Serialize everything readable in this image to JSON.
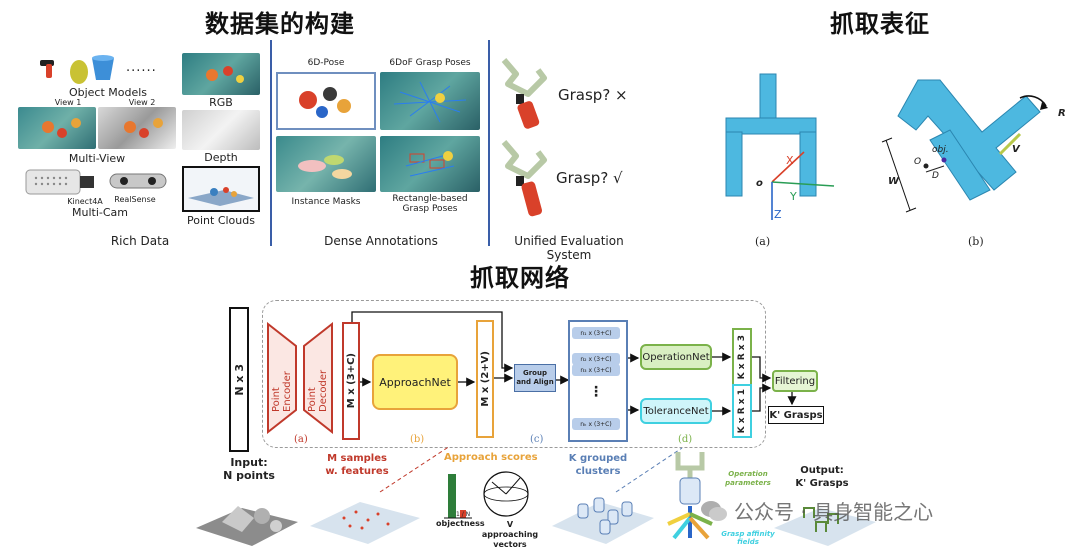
{
  "titles": {
    "dataset": "数据集的构建",
    "grasp_repr": "抓取表征",
    "grasp_net": "抓取网络"
  },
  "dataset": {
    "object_models": "Object Models",
    "dots": "......",
    "view1": "View 1",
    "view2": "View 2",
    "multi_view": "Multi-View",
    "kinect": "Kinect4A",
    "realsense": "RealSense",
    "multi_cam": "Multi-Cam",
    "rgb": "RGB",
    "depth": "Depth",
    "point_clouds": "Point Clouds",
    "rich_data": "Rich Data",
    "pose6d": "6D-Pose",
    "grasp6dof": "6DoF Grasp Poses",
    "instance_masks": "Instance Masks",
    "rect_grasp_1": "Rectangle-based",
    "rect_grasp_2": "Grasp Poses",
    "dense_annotations": "Dense Annotations",
    "grasp_fail": "Grasp? ×",
    "grasp_ok": "Grasp? √",
    "unified_eval": "Unified Evaluation System"
  },
  "repr": {
    "o": "o",
    "x": "X",
    "y": "Y",
    "z": "Z",
    "cap_a": "(a)",
    "cap_b": "(b)",
    "R": "R",
    "V": "V",
    "W": "W",
    "O": "O",
    "D": "D",
    "obj": "obj."
  },
  "net": {
    "nx3": "N x 3",
    "point_encoder": "Point Encoder",
    "point_decoder": "Point Decoder",
    "mx3c": "M x (3+C)",
    "approachnet": "ApproachNet",
    "mx2v": "M x (2+V)",
    "group_align": "Group and Align",
    "n1": "n₁ x (3+C)",
    "n2": "n₂ x (3+C)",
    "n3": "n₃ x (3+C)",
    "nk": "nₖ x (3+C)",
    "vdots": "⋮",
    "operationnet": "OperationNet",
    "tolerancenet": "ToleranceNet",
    "kxrx3": "K x R x 3",
    "kxrx1": "K x R x 1",
    "filtering": "Filtering",
    "k_grasps": "K' Grasps",
    "lbl_a": "(a)",
    "lbl_b": "(b)",
    "lbl_c": "(c)",
    "lbl_d": "(d)",
    "input_1": "Input:",
    "input_2": "N points",
    "m_samples_1": "M samples",
    "m_samples_2": "w. features",
    "approach_scores": "Approach scores",
    "vn": "1 / N",
    "objectness": "objectness",
    "v_approach_1": "V approaching",
    "v_approach_2": "vectors",
    "k_grouped_1": "K grouped",
    "k_grouped_2": "clusters",
    "op_params_1": "Operation",
    "op_params_2": "parameters",
    "affinity_1": "Grasp affinity",
    "affinity_2": "fields",
    "output_1": "Output:",
    "output_2": "K' Grasps",
    "watermark": "公众号 · 具身智能之心"
  },
  "colors": {
    "red": "#c0392b",
    "orange": "#e8a33a",
    "yellow_fill": "#fff27a",
    "blue_dark": "#5a7fb5",
    "green": "#7bb24a",
    "cyan": "#3fd0e0",
    "gripper": "#4db8e0"
  }
}
